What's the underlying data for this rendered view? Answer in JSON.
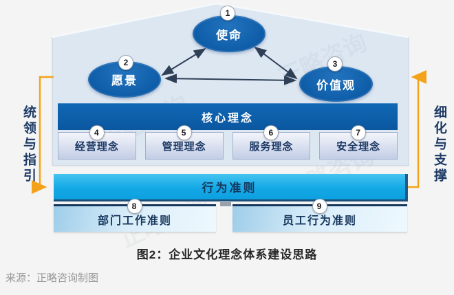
{
  "diagram": {
    "caption": "图2：企业文化理念体系建设思路",
    "source": "来源：正略咨询制图",
    "watermark": "正略咨询",
    "side_labels": {
      "left": "统领与指引",
      "right": "细化与支撑"
    },
    "top_nodes": [
      {
        "num": "1",
        "label": "使命"
      },
      {
        "num": "2",
        "label": "愿景"
      },
      {
        "num": "3",
        "label": "价值观"
      }
    ],
    "core_band_label": "核心理念",
    "philosophy_boxes": [
      {
        "num": "4",
        "label": "经营理念"
      },
      {
        "num": "5",
        "label": "管理理念"
      },
      {
        "num": "6",
        "label": "服务理念"
      },
      {
        "num": "7",
        "label": "安全理念"
      }
    ],
    "conduct_band_label": "行为准则",
    "guideline_boxes": [
      {
        "num": "8",
        "label": "部门工作准则"
      },
      {
        "num": "9",
        "label": "员工行为准则"
      }
    ],
    "colors": {
      "accent_orange": "#f5a21b",
      "deep_blue": "#0d5ba6",
      "cyan_band": "#12a7e4",
      "navy_text": "#16365c",
      "house_fill": "#dde7f2",
      "background": "#f3f4f3"
    }
  }
}
